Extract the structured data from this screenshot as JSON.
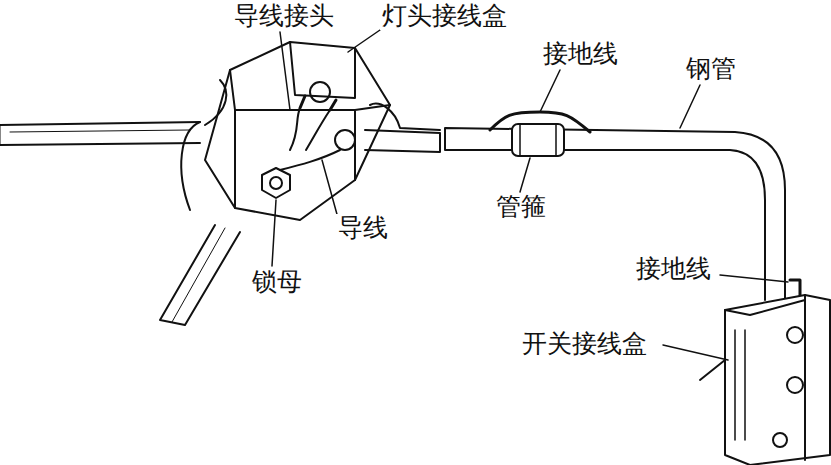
{
  "diagram": {
    "labels": [
      "导线接头",
      "灯头接线盒",
      "接地线",
      "钢管",
      "管箍",
      "导线",
      "锁母",
      "接地线",
      "开关接线盒"
    ]
  }
}
